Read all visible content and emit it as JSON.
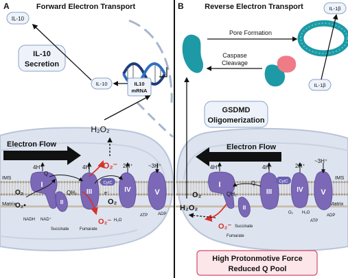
{
  "panel_a": {
    "letter": "A",
    "title": "Forward Electron Transport",
    "il10_box": "IL-10",
    "il10_secretion_line1": "IL-10",
    "il10_secretion_line2": "Secretion",
    "il10_small": "IL-10",
    "il10_mrna_line1": "IL10",
    "il10_mrna_line2": "mRNA",
    "h2o2": "H₂O₂",
    "electron_flow": "Electron Flow",
    "o2_minus_top": "O₂⁻",
    "o2_minus_bottom": "O₂⁻",
    "ims": "IMS",
    "matrix": "Matrix",
    "h4_1": "4H⁺",
    "h4_2": "4H⁺",
    "h2": "2H⁺",
    "h3": "~3H⁺",
    "q": "Q",
    "qh2": "QH₂",
    "o2": "O₂",
    "o2_radical": "O₂•",
    "nadh": "NADH",
    "nad": "NAD⁺",
    "succinate": "Succinate",
    "fumarate": "Fumarate",
    "h2o": "H₂O",
    "atp": "ATP",
    "adp": "ADP",
    "cytc": "CytC",
    "eminus": "e⁻",
    "o2_complex": "O₂",
    "complex_I": "I",
    "complex_II": "II",
    "complex_III": "III",
    "complex_IV": "IV",
    "complex_V": "V"
  },
  "panel_b": {
    "letter": "B",
    "title": "Reverse Electron Transport",
    "il1b_box": "IL-1β",
    "il1b_small": "IL-1β",
    "pore_formation": "Pore Formation",
    "caspase_line1": "Caspase",
    "caspase_line2": "Cleavage",
    "gsdmd_line1": "GSDMD",
    "gsdmd_line2": "Oligomerization",
    "electron_flow": "Electron Flow",
    "ims": "IMS",
    "matrix": "Matrix",
    "h4_1": "4H⁺",
    "h4_2": "4H⁺",
    "h2": "2H⁺",
    "h3": "~3H⁺",
    "q": "Q",
    "qh2": "QH₂",
    "o2": "O₂",
    "h2o2": "H₂O₂",
    "o2_minus": "O₂⁻",
    "succinate": "Succinate",
    "fumarate": "Fumarate",
    "o2_small": "O₂",
    "h2o": "H₂O",
    "atp": "ATP",
    "adp": "ADP",
    "cytc": "CytC",
    "complex_I": "I",
    "complex_II": "II",
    "complex_III": "III",
    "complex_IV": "IV",
    "complex_V": "V",
    "pmf_line1": "High Protonmotive Force",
    "pmf_line2": "Reduced Q Pool"
  },
  "colors": {
    "complex": "#7b68b6",
    "complex_dark": "#5a4a96",
    "mito_fill": "#dde4ef",
    "mito_stroke": "#b8c4d8",
    "membrane": "#b7ab9c",
    "ros_red": "#d8322a",
    "teal": "#1d9aa5",
    "pink": "#ef7b86",
    "box_border": "#8aa0c4",
    "pink_box_fill": "#fde6ea",
    "pink_box_border": "#d04a68",
    "cytc_fill": "#6a5fb0"
  }
}
